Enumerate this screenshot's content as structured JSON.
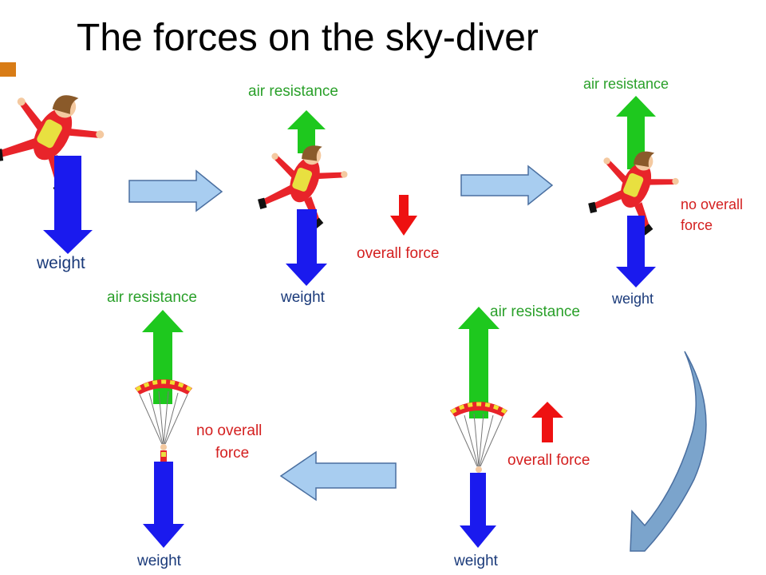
{
  "title": "The forces on the sky-diver",
  "colors": {
    "weight_arrow": "#1a1aee",
    "air_resistance_arrow": "#1ec81e",
    "overall_force_arrow": "#ee1111",
    "flow_arrow_fill": "#a8cdf0",
    "flow_arrow_stroke": "#4a6fa0",
    "curved_arrow_fill": "#7ba4cc",
    "label_red": "#d42020",
    "label_green": "#2aa02a",
    "label_blue": "#1a3a7a",
    "accent": "#d87c16"
  },
  "panels": {
    "p1": {
      "weight": "weight"
    },
    "p2": {
      "air_resistance": "air resistance",
      "overall_force": "overall force",
      "weight": "weight"
    },
    "p3": {
      "air_resistance": "air resistance",
      "no_overall_force_line1": "no overall",
      "no_overall_force_line2": "force",
      "weight": "weight"
    },
    "p4": {
      "air_resistance": "air resistance",
      "overall_force": "overall force",
      "weight": "weight"
    },
    "p5": {
      "air_resistance": "air resistance",
      "no_overall_force_line1": "no overall",
      "no_overall_force_line2": "force",
      "weight": "weight"
    }
  }
}
